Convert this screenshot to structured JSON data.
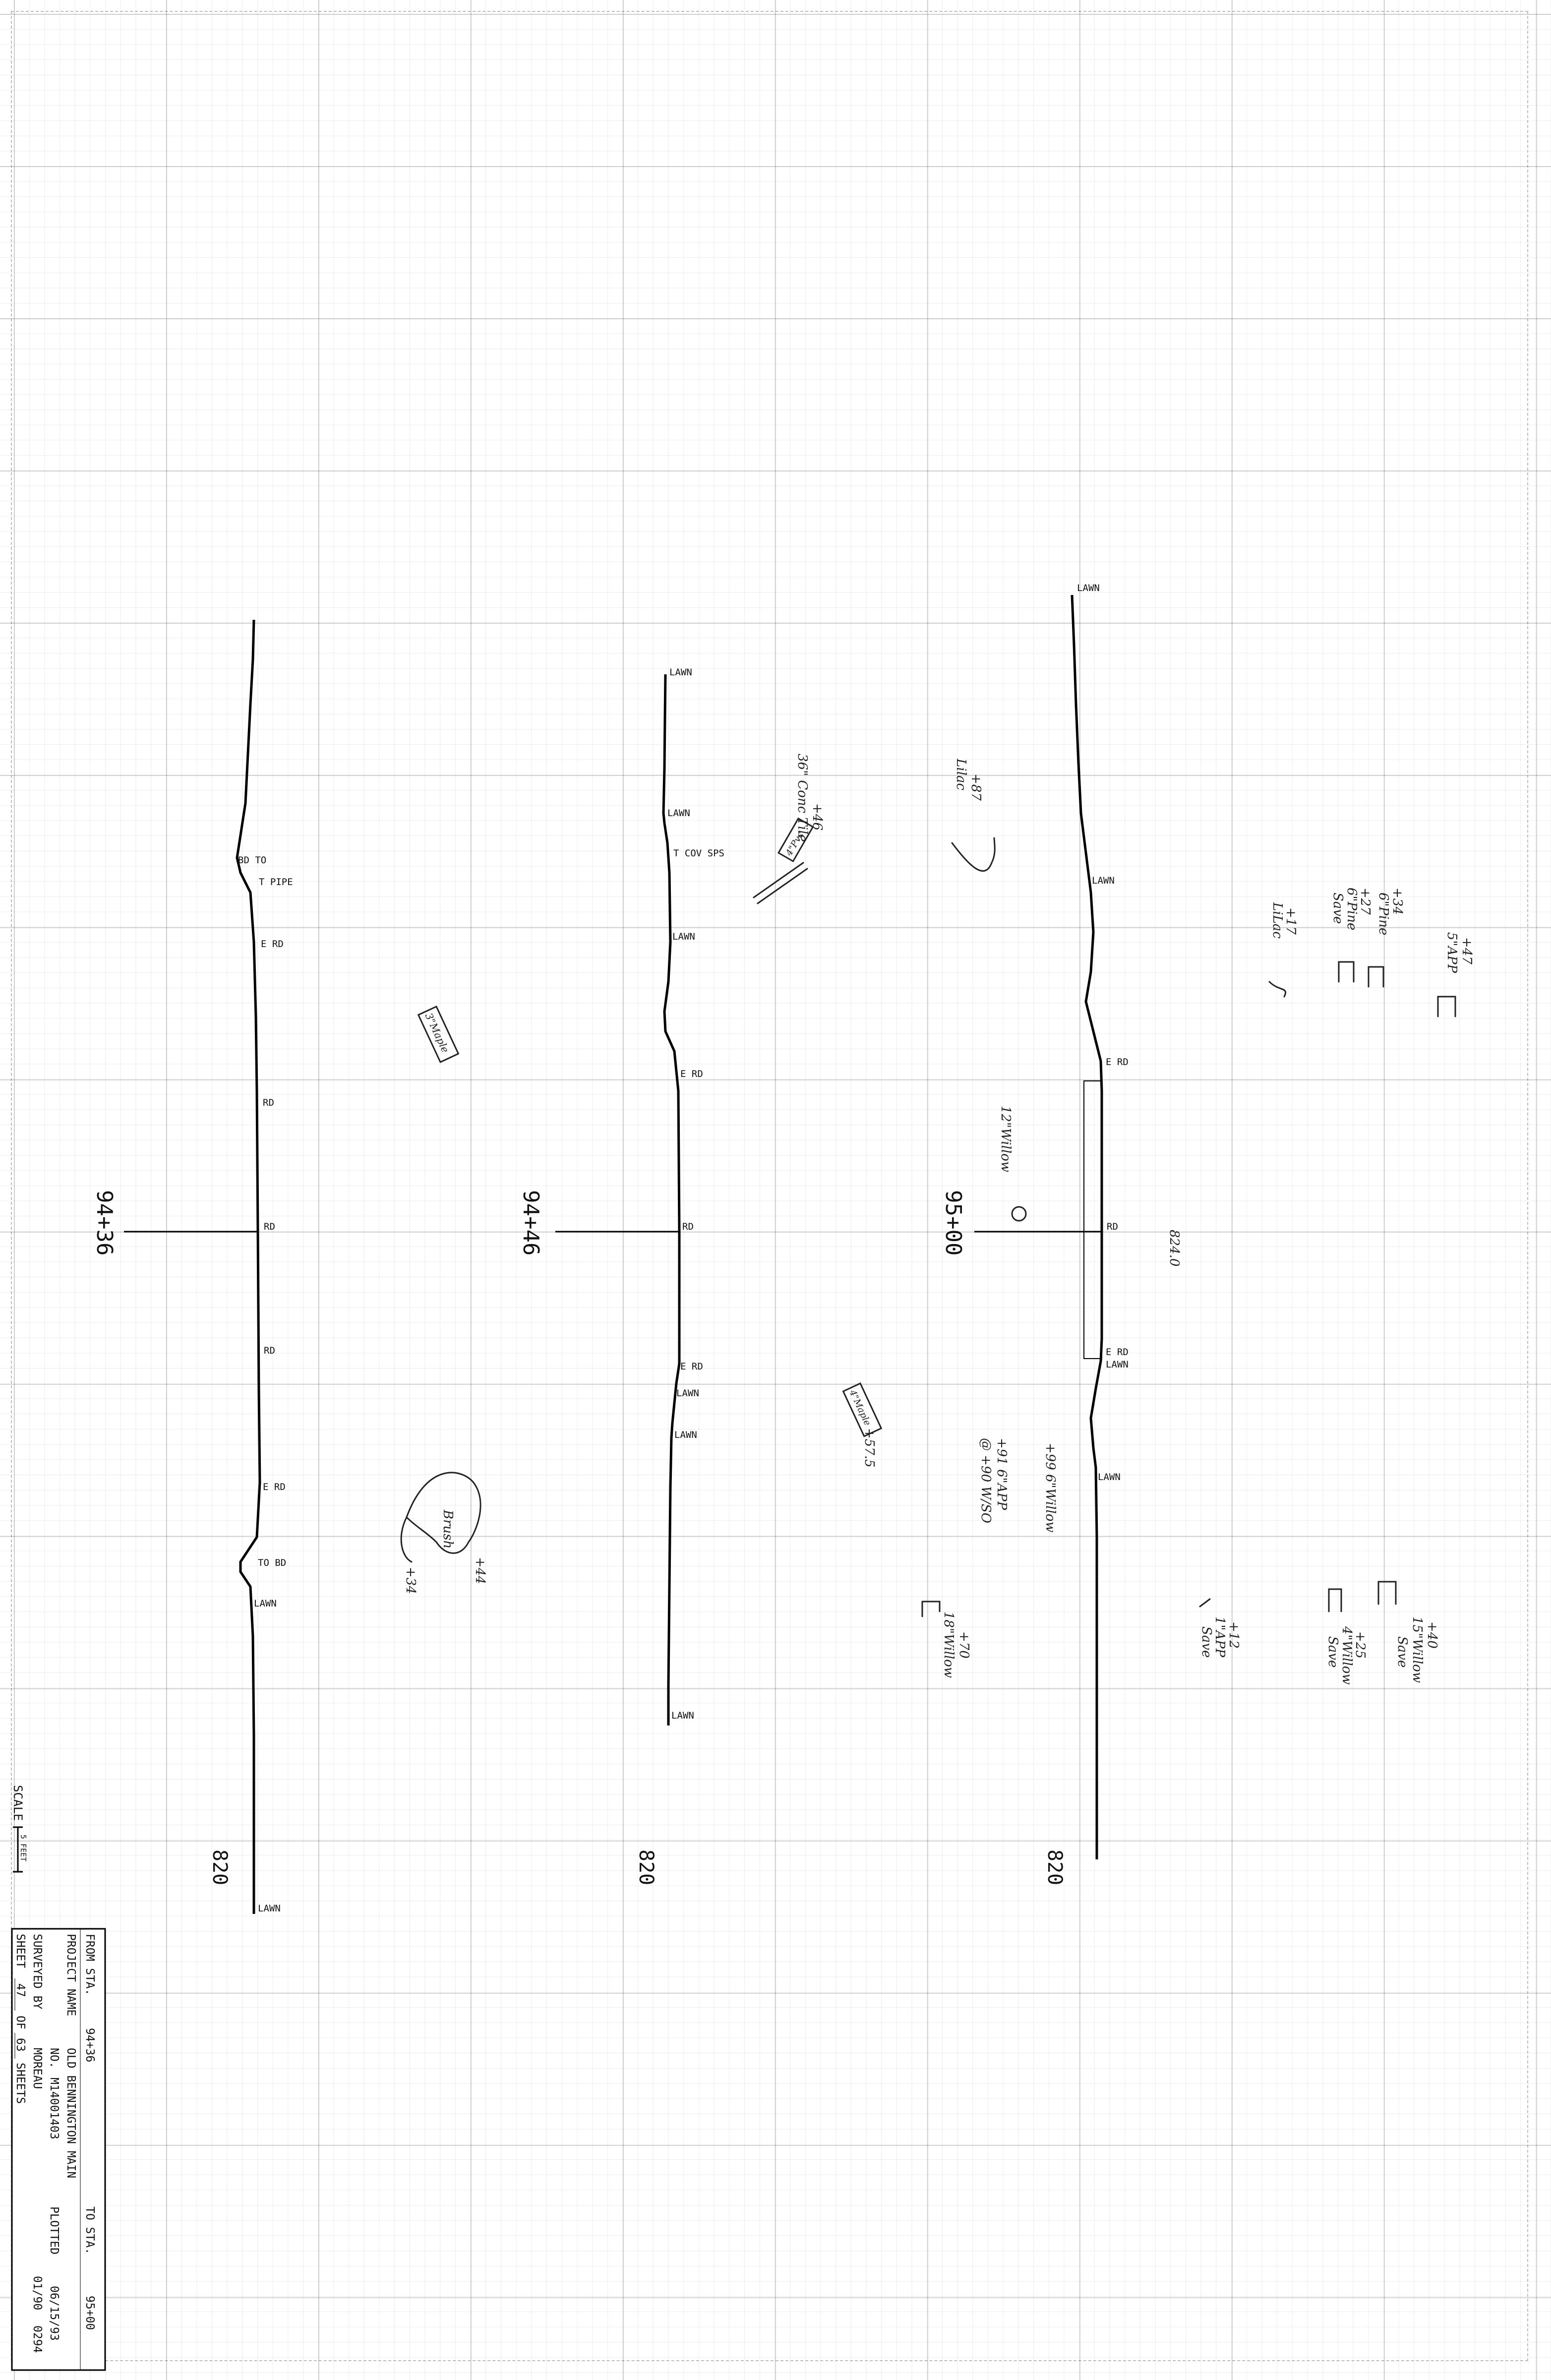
{
  "sections": [
    {
      "station": "94+36",
      "elevation": "820",
      "labels": {
        "bd_to": "BD TO",
        "t_pipe": "T PIPE",
        "e_rd_1": "E RD",
        "rd_1": "RD",
        "rd_cl": "RD",
        "rd_2": "RD",
        "e_rd_2": "E RD",
        "to_bd": "TO BD",
        "lawn_1": "LAWN",
        "lawn_end": "LAWN"
      },
      "notes": {
        "brush": "Brush",
        "plus44": "+44",
        "plus34": "+34",
        "boxed": "3\"Maple"
      }
    },
    {
      "station": "94+46",
      "elevation": "820",
      "labels": {
        "lawn_top": "LAWN",
        "lawn_2": "LAWN",
        "t_cov_sps": "T COV SPS",
        "lawn_3": "LAWN",
        "e_rd_1": "E RD",
        "rd_cl": "RD",
        "e_rd_2": "E RD",
        "lawn_4": "LAWN",
        "lawn_5": "LAWN",
        "lawn_end": "LAWN"
      },
      "notes": {
        "n46": "+46",
        "conc_tile": "36\" Conc Tile",
        "n87": "+87",
        "lilac": "Lilac",
        "boxed_top": "4\"Pvc",
        "boxed_bottom": "4\"Maple",
        "n575": "+57.5"
      }
    },
    {
      "station": "95+00",
      "elevation": "820",
      "labels": {
        "lawn_top": "LAWN",
        "lawn_2": "LAWN",
        "e_rd_1": "E RD",
        "rd_cl": "RD",
        "e_rd_2": "E RD",
        "lawn_3": "LAWN",
        "lawn_4": "LAWN"
      },
      "notes": {
        "willow12": "12\"Willow",
        "elev_824": "824.0",
        "n99": "+99 6\"Willow",
        "n91": "+91 6\"APP",
        "n90": "@ +90 W/SO",
        "n70": "+70",
        "willow18": "18\"Willow",
        "n47": "+47",
        "app5": "5\"APP",
        "n34": "+34",
        "pine6": "6\"Pine",
        "n27": "+27",
        "pine6b": "6\"Pine",
        "save1": "Save",
        "n17": "+17",
        "lilac": "LiLac",
        "n40": "+40",
        "willow15": "15\"Willow",
        "save2": "Save",
        "n25": "+25",
        "willow4": "4\"Willow",
        "save3": "Save",
        "n12": "+12",
        "app1": "1\"APP",
        "save4": "Save"
      }
    }
  ],
  "scale": {
    "label": "SCALE",
    "unit": "5 FEET"
  },
  "title_block": {
    "from_label": "FROM STA.",
    "from_value": "94+36",
    "to_label": "TO STA.",
    "to_value": "95+00",
    "project_label": "PROJECT NAME",
    "project_value": "OLD BENNINGTON MAIN",
    "no_label": "NO.",
    "no_value": "M14001403",
    "plotted_label": "PLOTTED",
    "plotted_value": "06/15/93",
    "surveyed_label": "SURVEYED BY",
    "surveyed_value": "MOREAU",
    "survey_date": "01/90",
    "survey_code": "0294",
    "sheet_label": "SHEET",
    "sheet_no": "47",
    "of_label": "OF",
    "sheet_total": "63",
    "sheets_label": "SHEETS"
  }
}
